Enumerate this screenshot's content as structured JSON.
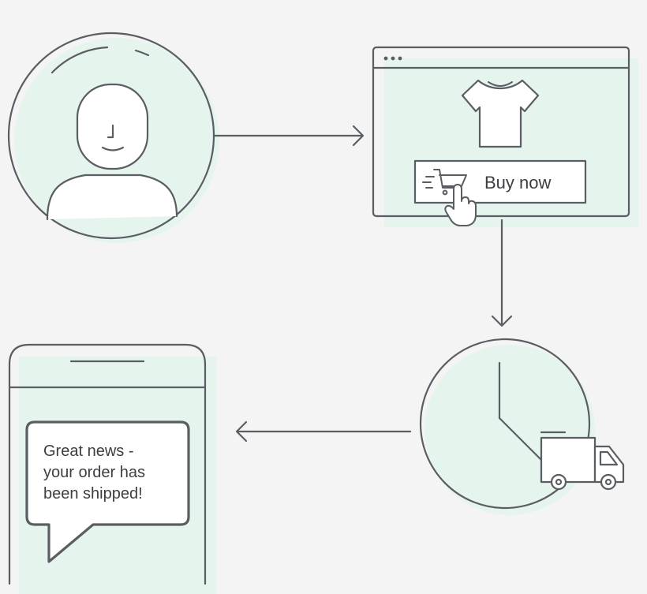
{
  "colors": {
    "background": "#f4f4f4",
    "stroke": "#5a5d62",
    "mint_fill": "#e6f4ee",
    "white": "#ffffff",
    "text": "#3c3e42"
  },
  "steps": {
    "customer": {
      "icon": "person-avatar-icon"
    },
    "store": {
      "icons": [
        "browser-dots-icon",
        "tshirt-icon",
        "shopping-cart-icon",
        "pointer-hand-icon"
      ],
      "button_label": "Buy now"
    },
    "wait": {
      "icons": [
        "clock-icon",
        "delivery-truck-icon"
      ]
    },
    "notification": {
      "icons": [
        "smartphone-icon",
        "speech-bubble-icon"
      ],
      "message_lines": [
        "Great news -",
        "your order has",
        "been shipped!"
      ]
    }
  },
  "arrows": [
    "customer-to-store",
    "store-to-wait",
    "wait-to-notification"
  ]
}
